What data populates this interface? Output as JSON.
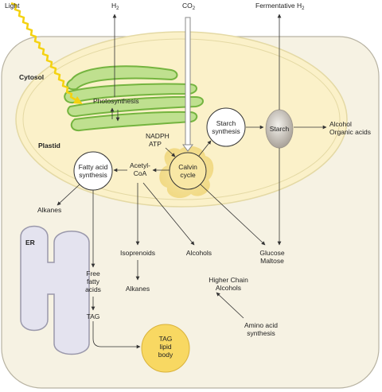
{
  "labels": {
    "light": "Light",
    "h2": "H",
    "h2_sub": "2",
    "co2": "CO",
    "co2_sub": "2",
    "fermentative_h2": "Fermentative H",
    "fermentative_h2_sub": "2",
    "cytosol": "Cytosol",
    "plastid": "Plastid",
    "photosynthesis": "Photosynthesis",
    "nadph": "NADPH",
    "atp": "ATP",
    "starch_synthesis_1": "Starch",
    "starch_synthesis_2": "synthesis",
    "starch": "Starch",
    "alcohol": "Alcohol",
    "organic_acids": "Organic acids",
    "fatty_acid_synthesis_1": "Fatty acid",
    "fatty_acid_synthesis_2": "synthesis",
    "acetyl_coa_1": "Acetyl-",
    "acetyl_coa_2": "CoA",
    "calvin_cycle_1": "Calvin",
    "calvin_cycle_2": "cycle",
    "alkanes_top": "Alkanes",
    "er": "ER",
    "isoprenoids": "Isoprenoids",
    "alcohols": "Alcohols",
    "glucose": "Glucose",
    "maltose": "Maltose",
    "free_fatty_acids_1": "Free",
    "free_fatty_acids_2": "fatty",
    "free_fatty_acids_3": "acids",
    "alkanes_bottom": "Alkanes",
    "higher_chain_alcohols_1": "Higher Chain",
    "higher_chain_alcohols_2": "Alcohols",
    "tag": "TAG",
    "tag_lipid_body_1": "TAG",
    "tag_lipid_body_2": "lipid",
    "tag_lipid_body_3": "body",
    "amino_acid_synthesis_1": "Amino acid",
    "amino_acid_synthesis_2": "synthesis"
  },
  "colors": {
    "cytosol_fill": "#f6f2e3",
    "cell_border": "#b8b3a2",
    "plastid_fill": "#fbf1c9",
    "plastid_border": "#e4d9a4",
    "thylakoid_fill": "#bfe08f",
    "thylakoid_border": "#74b43f",
    "light_ray": "#f4d210",
    "er_fill": "#e4e3ef",
    "er_border": "#9a98ab",
    "calvin_glow": "#f5e29c",
    "lipid_body": "#f8d862",
    "starch_grain": "#bcb6ac"
  }
}
